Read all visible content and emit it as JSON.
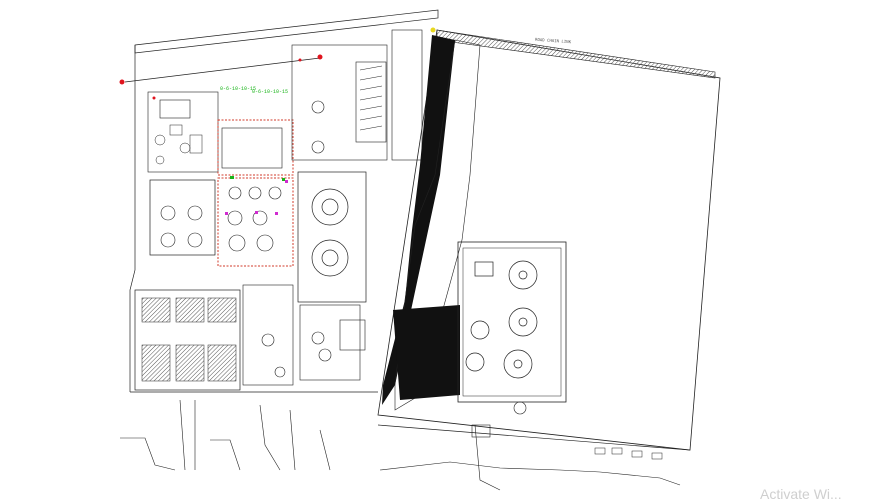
{
  "drawing": {
    "road_label": "ROAD CHAIN LINK",
    "tag_row_1": "0-6-10-10-15",
    "tag_row_2": "0-6-10-10-15"
  },
  "overlay": {
    "watermark": "Activate Wi..."
  },
  "colors": {
    "linework": "#1a1a1a",
    "fill_dark": "#111111",
    "hatch": "#555555",
    "marker_red": "#e0141e",
    "marker_green": "#18b418",
    "marker_magenta": "#d02bd0",
    "bund_red": "#d23b2b",
    "accent_yellow": "#e8d820"
  }
}
